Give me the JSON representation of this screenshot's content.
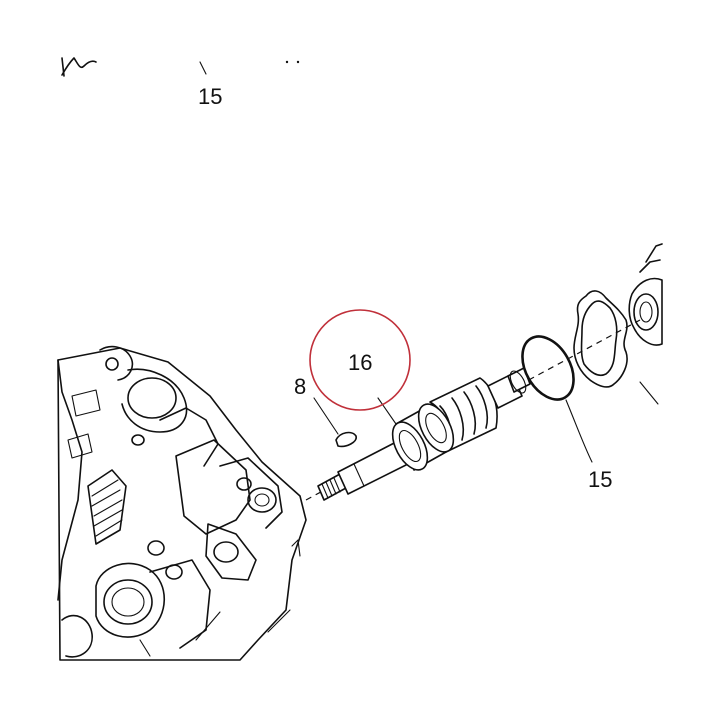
{
  "callouts": {
    "top_left": "15",
    "shaft": "16",
    "key": "8",
    "oring": "15"
  },
  "colors": {
    "ink": "#111111",
    "highlight_circle": "#c0303a",
    "background": "#ffffff"
  }
}
